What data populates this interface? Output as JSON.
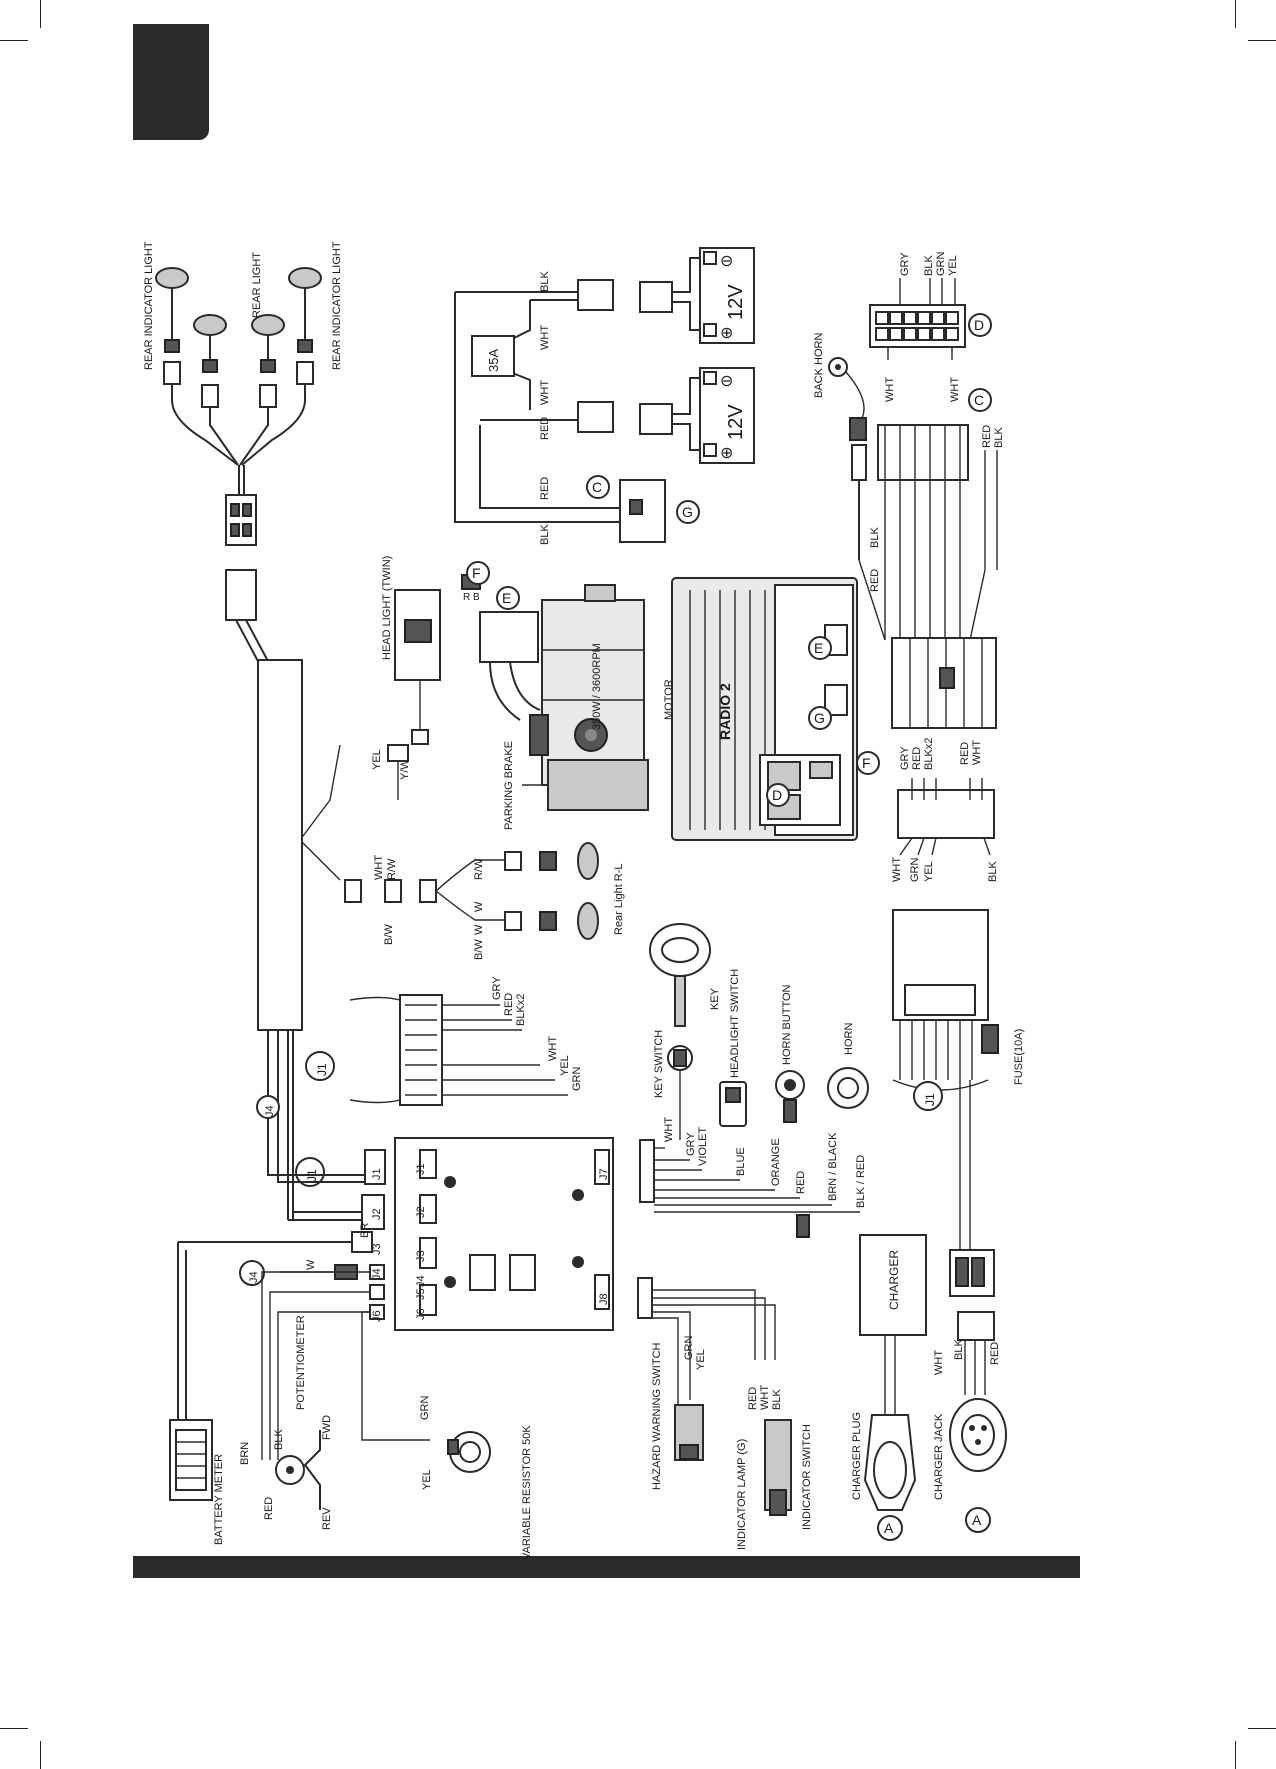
{
  "page": {
    "tab_color": "#2b2b2b",
    "bar_color": "#2b2b2b"
  },
  "rear_lights": {
    "rear_indicator_light_1": "REAR INDICATOR LIGHT",
    "rear_light": "REAR LIGHT",
    "rear_indicator_light_2": "REAR INDICATOR LIGHT"
  },
  "batteries": {
    "voltage_1": "12V",
    "voltage_2": "12V",
    "fuse": "35A",
    "wire_wht_1": "WHT",
    "wire_wht_2": "WHT",
    "wire_blk": "BLK",
    "wire_red": "RED",
    "conn_red": "RED",
    "conn_blk": "BLK",
    "marker_c": "C",
    "marker_g": "G",
    "minus": "⊖",
    "plus": "⊕"
  },
  "top_right_connector": {
    "wires": [
      "GRY",
      "BLK",
      "GRN",
      "YEL"
    ],
    "back_horn": "BACK HORN",
    "wht_1": "WHT",
    "wht_2": "WHT",
    "marker_d": "D",
    "marker_c": "C",
    "red": "RED",
    "blk": "BLK",
    "red_left": "RED",
    "blk_left": "BLK"
  },
  "head_light": {
    "label": "HEAD LIGHT (TWIN)",
    "marker_e": "E",
    "marker_f": "F",
    "r": "R",
    "b": "B",
    "yw": "Y/W",
    "yel": "YEL"
  },
  "motor": {
    "label": "MOTOR",
    "rating": "350W / 3600RPM",
    "parking_brake": "PARKING BRAKE"
  },
  "controller": {
    "marker_e": "E",
    "marker_g": "G",
    "marker_f": "F",
    "marker_d": "D",
    "brand": "RADIO 2",
    "top_wires": [
      "GRY",
      "RED",
      "BLKx2"
    ],
    "top_wires_right": [
      "RED",
      "WHT"
    ],
    "bottom_wires": [
      "WHT",
      "GRN",
      "YEL"
    ],
    "bottom_wire_right": "BLK"
  },
  "rear_light_rl": {
    "label": "Rear Light R-L",
    "rw_1": "R/W",
    "w_1": "W",
    "wht": "WHT",
    "rw_2": "R/W",
    "bw_1": "B/W",
    "w_2": "W",
    "bw_2": "B/W"
  },
  "harness": {
    "j1": "J1",
    "j4": "J4",
    "j1_small": "J1",
    "j4_small": "J4",
    "w": "W"
  },
  "j1_connector": {
    "wires": [
      "GRY",
      "RED",
      "BLKx2",
      "WHT",
      "YEL",
      "GRN"
    ]
  },
  "board": {
    "j1": "J1",
    "j2": "J2",
    "j3": "J3",
    "j4": "J4",
    "j5": "J5",
    "j6": "J6",
    "j7": "J7",
    "j8": "J8",
    "top_j1": "J1",
    "top_j2": "J2",
    "top_j3": "J3",
    "top_j4": "J4",
    "top_j6": "J6",
    "br": "BR"
  },
  "switches": {
    "key": "KEY",
    "key_switch": "KEY SWITCH",
    "headlight_switch": "HEADLIGHT SWITCH",
    "horn_button": "HORN BUTTON",
    "horn": "HORN",
    "wires": [
      "WHT",
      "GRY",
      "VIOLET",
      "BLUE",
      "ORANGE",
      "RED",
      "BRN / BLACK",
      "BLK / RED"
    ]
  },
  "left_side": {
    "battery_meter": "BATTERY METER",
    "brn": "BRN",
    "blk": "BLK",
    "red": "RED",
    "potentiometer": "POTENTIOMETER",
    "fwd": "FWD",
    "rev": "REV",
    "grn": "GRN",
    "yel": "YEL",
    "variable_resistor": "VARIABLE RESISTOR 50K"
  },
  "bottom_middle": {
    "hazard_switch": "HAZARD WARNING SWITCH",
    "grn": "GRN",
    "yel": "YEL",
    "indicator_lamp": "INDICATOR LAMP (G)",
    "red": "RED",
    "wht": "WHT",
    "blk": "BLK",
    "indicator_switch": "INDICATOR SWITCH"
  },
  "charger": {
    "charger": "CHARGER",
    "charger_plug": "CHARGER PLUG",
    "charger_jack": "CHARGER JACK",
    "marker_a1": "A",
    "marker_a2": "A",
    "wht": "WHT",
    "blk": "BLK",
    "red": "RED",
    "j1": "J1",
    "fuse": "FUSE(10A)"
  }
}
